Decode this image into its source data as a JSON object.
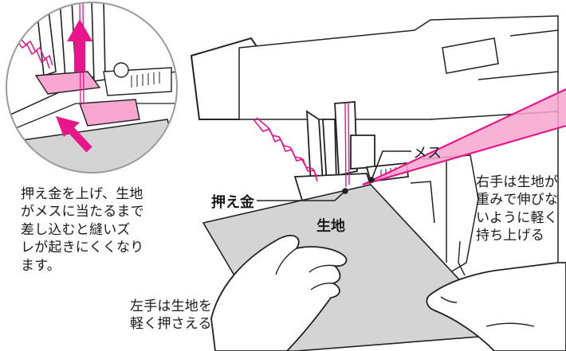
{
  "labels": {
    "presser_foot": "押え金",
    "knife": "メス",
    "fabric": "生地"
  },
  "notes": {
    "inset_caption": "押え金を上げ、生地\nがメスに当たるまで\n差し込むと縫いズ\nレが起きにくくなり\nます。",
    "left_hand": "左手は生地を\n軽く押さえる",
    "right_hand": "右手は生地が\n重みで伸びな\nいように軽く\n持ち上げる"
  },
  "colors": {
    "accent_magenta": "#e8168a",
    "light_magenta": "#f6a6cf",
    "fabric_gray": "#d4d4d4",
    "line_dark": "#222222"
  },
  "icons": {
    "up_arrow": "arrow-up-icon",
    "insert_arrow": "arrow-diagonal-icon"
  }
}
